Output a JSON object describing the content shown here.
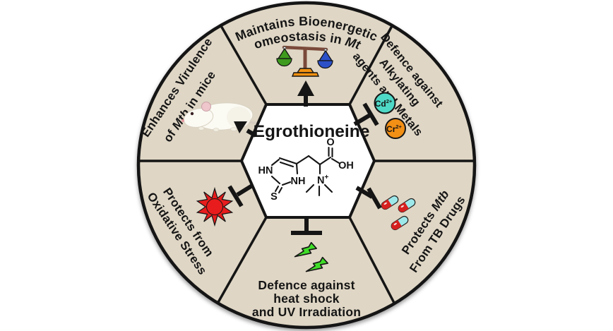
{
  "figure": {
    "title": "Egrothioneine",
    "molecule": {
      "label_hn": "HN",
      "label_nh": "NH",
      "label_s": "S",
      "label_n": "N",
      "label_n_charge": "+",
      "label_o": "O",
      "label_oh": "OH"
    },
    "wedges": {
      "top": {
        "line1": "Maintains Bioenergetic",
        "line2_prefix": "Homeostasis in",
        "line2_italic": "Mtb"
      },
      "top_right": {
        "line1": "Defence against",
        "line2": "Alkylating",
        "line3": "agents and Metals"
      },
      "bottom_right": {
        "line1_prefix": "Protects",
        "line1_italic": "Mtb",
        "line2": "From TB Drugs"
      },
      "bottom": {
        "line1": "Defence against",
        "line2": "heat shock",
        "line3": "and UV Irradiation"
      },
      "bottom_left": {
        "line1": "Protects from",
        "line2": "Oxidative Stress"
      },
      "top_left": {
        "line1": "Enhances Virulence",
        "line2_prefix": "of",
        "line2_italic": "Mtb",
        "line2_suffix": "in mice"
      }
    },
    "ions": {
      "cadmium": {
        "symbol": "Cd",
        "charge": "2+",
        "color": "#4ed9c6"
      },
      "chromium": {
        "symbol": "Cr",
        "charge": "2+",
        "color": "#f28f15"
      }
    },
    "colors": {
      "wedge_fill": "#dfd6c5",
      "hexagon_fill": "#ffffff",
      "outline": "#151515",
      "scale_pan_green": "#3f9b1e",
      "scale_pan_blue": "#2b50c8",
      "scale_base_orange": "#f29111",
      "scale_stand_brown": "#7b4a3a",
      "pill_red": "#d6201f",
      "pill_cap_cyan": "#9ee8ea",
      "burst_red": "#e81c1c",
      "bolt_green": "#3fdd28"
    }
  }
}
